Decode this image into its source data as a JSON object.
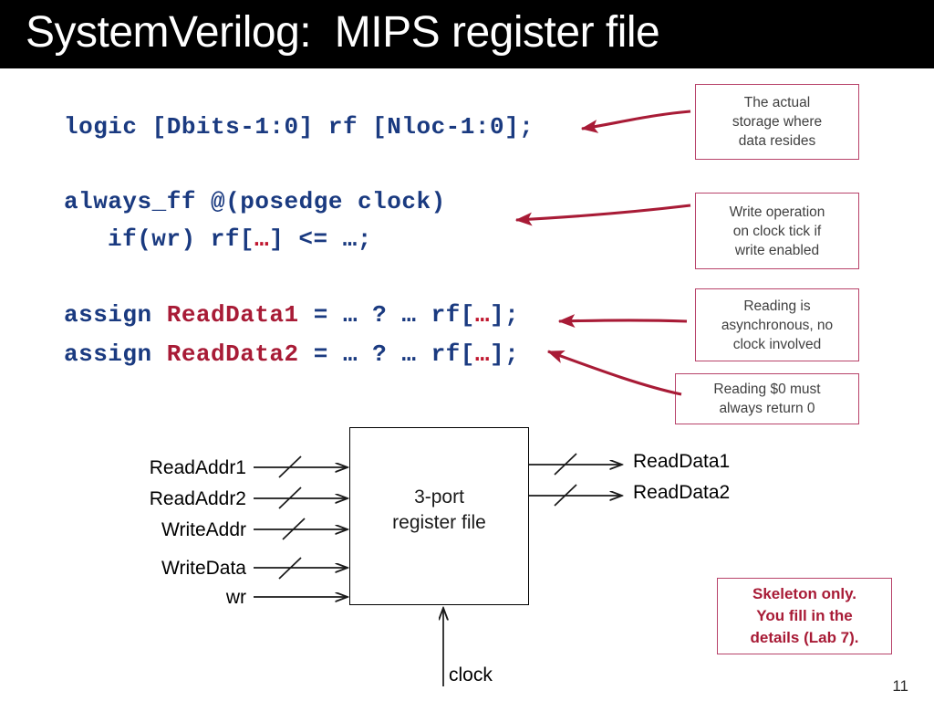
{
  "slide": {
    "title": "SystemVerilog:  MIPS register file",
    "page_number": "11",
    "title_bar_color": "#000000",
    "code_color": "#1a3a80",
    "accent_red": "#a81b36",
    "callout_border": "#b8436a"
  },
  "code": {
    "lines": [
      {
        "id": "declaration",
        "text": "logic [Dbits-1:0] rf [Nloc-1:0];",
        "parts": [
          {
            "t": "logic [Dbits-1:0] rf [Nloc-1:0];",
            "c": "kw"
          }
        ]
      },
      {
        "id": "always-ff",
        "text": "always_ff @(posedge clock)",
        "parts": [
          {
            "t": "always_ff @(posedge clock)",
            "c": "kw"
          }
        ]
      },
      {
        "id": "if-wr",
        "text": "if(wr) rf[…] <= …;",
        "parts": [
          {
            "t": "if(wr) rf[",
            "c": "kw"
          },
          {
            "t": "…",
            "c": "dots"
          },
          {
            "t": "] <= …;",
            "c": "kw"
          }
        ]
      },
      {
        "id": "assign-readdata1",
        "text": "assign ReadData1 = … ? … rf[…];",
        "parts": [
          {
            "t": "assign ",
            "c": "kw"
          },
          {
            "t": "ReadData1",
            "c": "id-red"
          },
          {
            "t": " = … ? … rf[",
            "c": "kw"
          },
          {
            "t": "…",
            "c": "dots"
          },
          {
            "t": "];",
            "c": "kw"
          }
        ]
      },
      {
        "id": "assign-readdata2",
        "text": "assign ReadData2 = … ? … rf[…];",
        "parts": [
          {
            "t": "assign ",
            "c": "kw"
          },
          {
            "t": "ReadData2",
            "c": "id-red"
          },
          {
            "t": " = … ? … rf[",
            "c": "kw"
          },
          {
            "t": "…",
            "c": "dots"
          },
          {
            "t": "];",
            "c": "kw"
          }
        ]
      }
    ]
  },
  "callouts": [
    {
      "id": "storage",
      "text": "The actual\nstorage where\ndata resides"
    },
    {
      "id": "write-op",
      "text": "Write operation\non clock tick if\nwrite enabled"
    },
    {
      "id": "async-read",
      "text": "Reading is\nasynchronous, no\nclock involved"
    },
    {
      "id": "zero-reg",
      "text": "Reading $0 must\nalways return 0"
    }
  ],
  "skeleton_note": {
    "text": "Skeleton only.\nYou fill in the\ndetails (Lab 7)."
  },
  "diagram": {
    "block_label": "3-port\nregister file",
    "inputs": [
      {
        "label": "ReadAddr1",
        "bus": true
      },
      {
        "label": "ReadAddr2",
        "bus": true
      },
      {
        "label": "WriteAddr",
        "bus": true
      },
      {
        "label": "WriteData",
        "bus": true
      },
      {
        "label": "wr",
        "bus": false
      }
    ],
    "outputs": [
      {
        "label": "ReadData1",
        "bus": true
      },
      {
        "label": "ReadData2",
        "bus": true
      }
    ],
    "clock_label": "clock"
  }
}
